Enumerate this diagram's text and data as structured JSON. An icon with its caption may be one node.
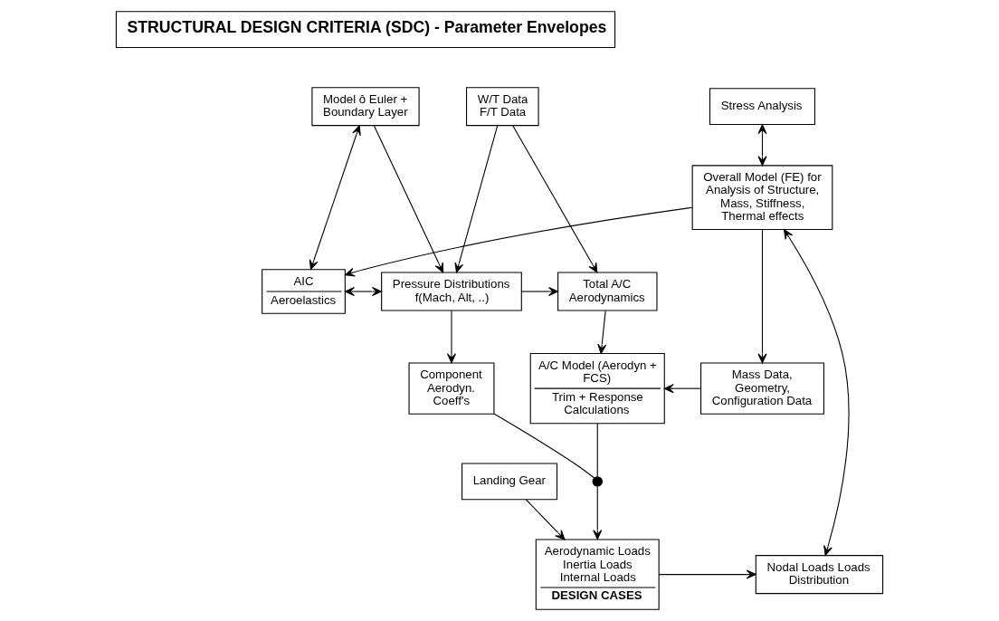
{
  "diagram": {
    "nodes": [
      {
        "text": [
          "STRUCTURAL DESIGN CRITERIA (SDC) - Parameter Envelopes"
        ]
      },
      {
        "text": [
          "Stress Analysis"
        ]
      },
      {
        "text": [
          "Overall Model (FE) for Analysis of Structure, Mass, Stiffness, Thermal effects"
        ]
      },
      {
        "text": [
          "Model ô Euler + Boundary Layer"
        ]
      },
      {
        "text": [
          "W/T Data F/T Data"
        ]
      },
      {
        "text": [
          "AIC",
          "Aeroelastics"
        ]
      },
      {
        "text": [
          "Pressure Distributions f(Mach, Alt, ..)"
        ]
      },
      {
        "text": [
          "Total A/C Aerodynamics"
        ]
      },
      {
        "text": [
          "Mass Data, Geometry, Configuration Data"
        ]
      },
      {
        "text": [
          "Component Aerodyn. Coeff's"
        ]
      },
      {
        "text": [
          "A/C Model (Aerodyn + FCS)",
          "Trim + Response Calculations"
        ]
      },
      {
        "text": [],
        "shape": "circle"
      },
      {
        "text": [
          "Landing Gear"
        ]
      },
      {
        "text": [
          "Aerodynamic Loads Inertia Loads Internal Loads",
          "DESIGN CASES"
        ]
      },
      {
        "text": [
          "Nodal Loads Loads Distribution"
        ]
      }
    ],
    "edges": [
      {
        "from": 1,
        "to": 2,
        "arrow": "both"
      },
      {
        "from": 5,
        "to": 3,
        "arrow": "both"
      },
      {
        "from": 3,
        "to": 6,
        "arrow": "to"
      },
      {
        "from": 4,
        "to": 6,
        "arrow": "to"
      },
      {
        "from": 4,
        "to": 7,
        "arrow": "to"
      },
      {
        "from": 2,
        "to": 5,
        "arrow": "to"
      },
      {
        "from": 5,
        "to": 6,
        "arrow": "both"
      },
      {
        "from": 6,
        "to": 7,
        "arrow": "to"
      },
      {
        "from": 7,
        "to": 10,
        "arrow": "to"
      },
      {
        "from": 6,
        "to": 9,
        "arrow": "to"
      },
      {
        "from": 8,
        "to": 10,
        "arrow": "to"
      },
      {
        "from": 2,
        "to": 8,
        "arrow": "to"
      },
      {
        "from": 9,
        "to": 11,
        "arrow": "none"
      },
      {
        "from": 10,
        "to": 11,
        "arrow": "none"
      },
      {
        "from": 11,
        "to": 13,
        "arrow": "to"
      },
      {
        "from": 12,
        "to": 13,
        "arrow": "to"
      },
      {
        "from": 13,
        "to": 14,
        "arrow": "to"
      },
      {
        "from": 14,
        "to": 2,
        "arrow": "both"
      }
    ]
  }
}
